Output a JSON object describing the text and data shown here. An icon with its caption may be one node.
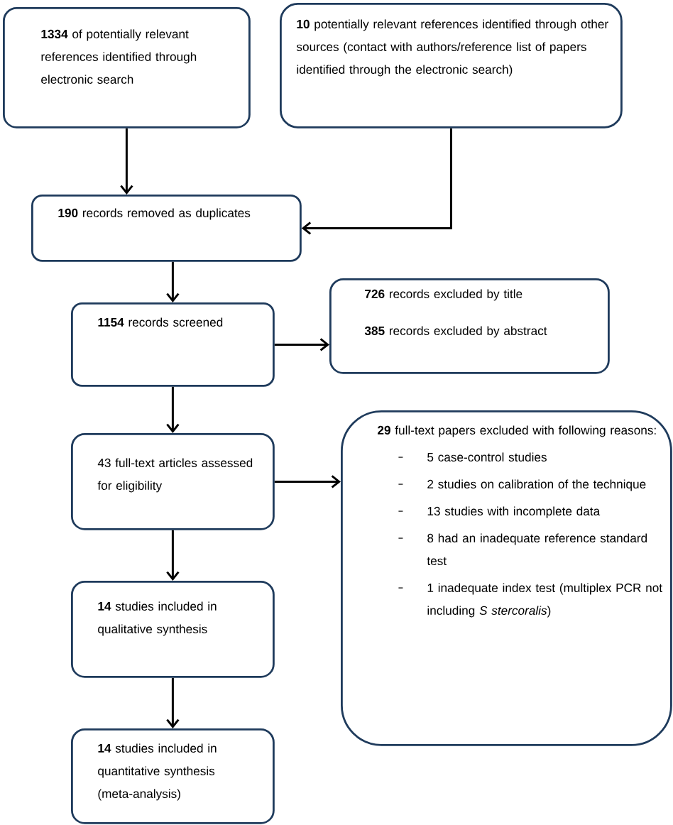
{
  "diagram": {
    "nodes": [
      {
        "text": [
          "**1334** of potentially relevant references identified through electronic search"
        ]
      },
      {
        "text": [
          "**10** potentially relevant references identified through other sources (contact with authors/reference list of  papers identified through the electronic search)"
        ]
      },
      {
        "text": [
          "**190** records removed as duplicates"
        ]
      },
      {
        "text": [
          "**1154** records screened"
        ]
      },
      {
        "text": [
          "**726** records excluded by title",
          "**385** records excluded by abstract"
        ]
      },
      {
        "text": [
          "43 full-text articles assessed for eligibility"
        ]
      },
      {
        "text": [
          "**29** full-text  papers excluded with following reasons:",
          "5 case-control studies",
          "2 studies on calibration of the technique",
          "13 studies with incomplete data",
          "8 had an inadequate reference standard test",
          "1 inadequate index test (multiplex PCR not including *S stercoralis*)"
        ]
      },
      {
        "text": [
          "**14** studies included in qualitative synthesis"
        ]
      },
      {
        "text": [
          "**14** studies included in quantitative synthesis (meta-analysis)"
        ]
      }
    ],
    "edges": [
      {
        "from": 0,
        "to": 2,
        "arrow": "to"
      },
      {
        "from": 1,
        "to": 2,
        "arrow": "to"
      },
      {
        "from": 2,
        "to": 3,
        "arrow": "to"
      },
      {
        "from": 3,
        "to": 4,
        "arrow": "to"
      },
      {
        "from": 3,
        "to": 5,
        "arrow": "to"
      },
      {
        "from": 5,
        "to": 6,
        "arrow": "to"
      },
      {
        "from": 5,
        "to": 7,
        "arrow": "to"
      },
      {
        "from": 7,
        "to": 8,
        "arrow": "to"
      }
    ]
  }
}
